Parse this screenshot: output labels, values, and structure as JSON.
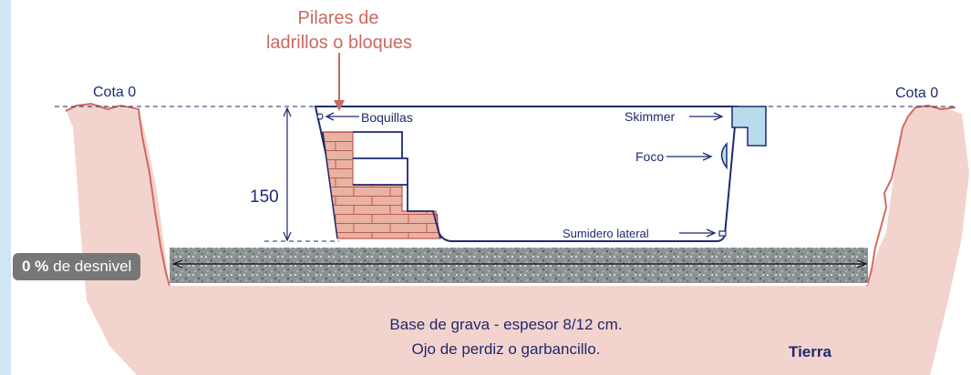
{
  "labels": {
    "pillar_line1": "Pilares de",
    "pillar_line2": "ladrillos o bloques",
    "cota_left": "Cota 0",
    "cota_right": "Cota 0",
    "boquillas": "Boquillas",
    "skimmer": "Skimmer",
    "foco": "Foco",
    "depth": "150",
    "sumidero": "Sumidero lateral",
    "slope_value": "0 %",
    "slope_text": "de desnivel",
    "base_line1": "Base de grava - espesor 8/12 cm.",
    "base_line2": "Ojo de perdiz o garbancillo.",
    "tierra": "Tierra"
  },
  "colors": {
    "left_strip": "#cfe6f5",
    "earth": "#f3d3cd",
    "earth_edge": "#d26a5f",
    "pool_line": "#1f2a6e",
    "pool_fill": "#ffffff",
    "brick": "#e7b3a4",
    "brick_edge": "#c4584d",
    "skimmer_fill": "#b8dcec",
    "pillar_text": "#c96a60",
    "label_text": "#1f2a6e",
    "gravel": "#8e9396",
    "badge_bg": "#777777",
    "tierra_text": "#1f2a6e"
  }
}
